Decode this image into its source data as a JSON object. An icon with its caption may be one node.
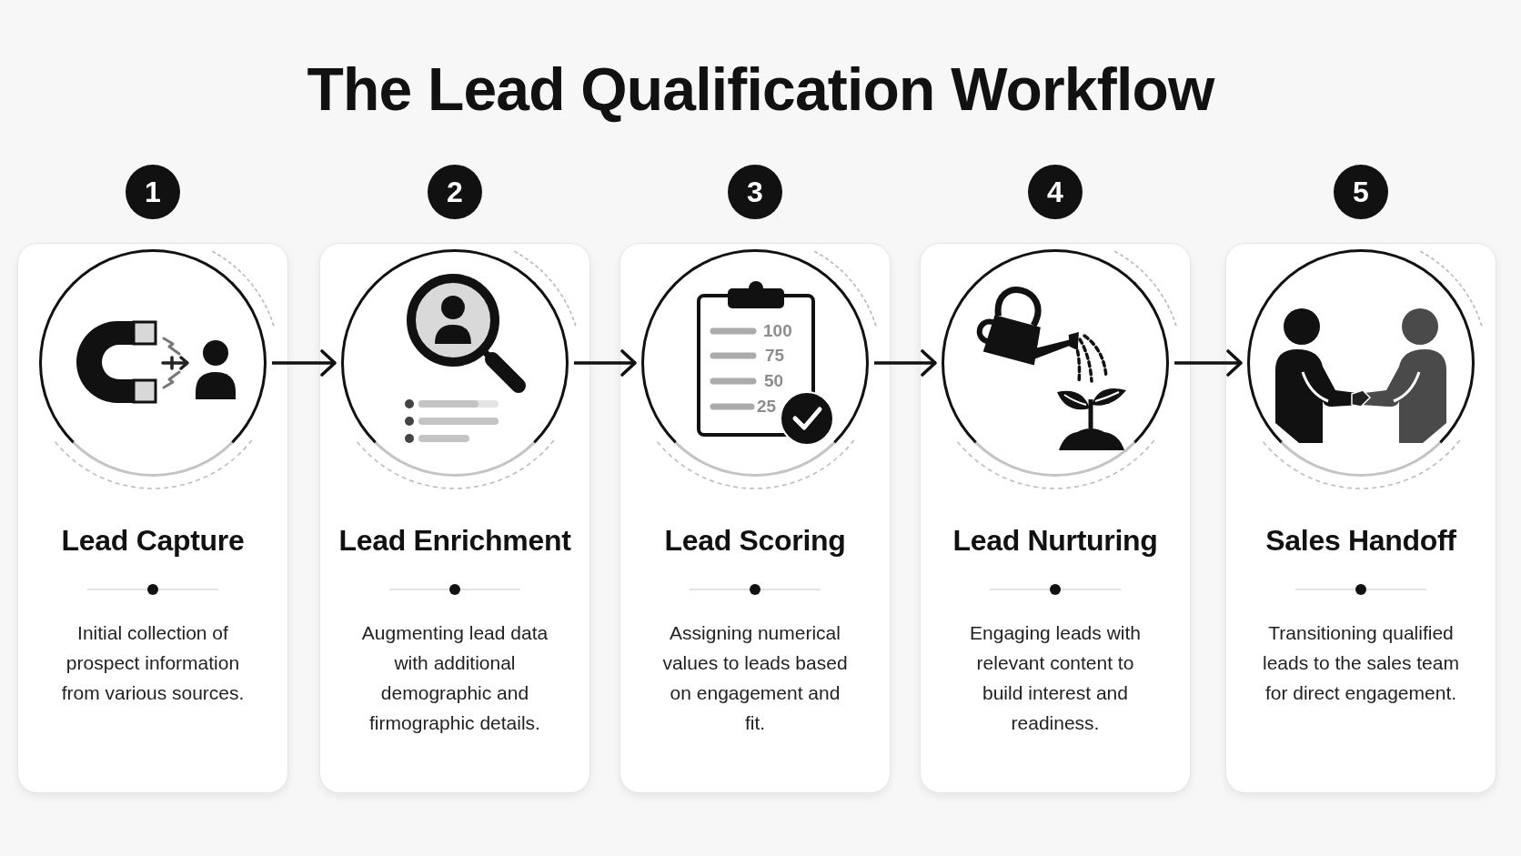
{
  "diagram": {
    "title": "The Lead Qualification Workflow",
    "nodes": [
      {
        "text": [
          "1"
        ]
      },
      {
        "text": [
          "Lead Capture",
          "Initial collection of prospect information from various sources."
        ]
      },
      {
        "text": [],
        "shape": "circle",
        "in": 1
      },
      {
        "text": [
          "2"
        ]
      },
      {
        "text": [
          "Lead Enrichment",
          "Augmenting lead data with additional demographic and firmographic details."
        ]
      },
      {
        "text": [],
        "shape": "circle",
        "in": 4
      },
      {
        "text": [
          "3"
        ]
      },
      {
        "text": [
          "Lead Scoring",
          "Assigning numerical values to leads based on engagement and fit."
        ]
      },
      {
        "text": [],
        "shape": "circle",
        "in": 7
      },
      {
        "text": [
          "4"
        ]
      },
      {
        "text": [
          "Lead Nurturing",
          "Engaging leads with relevant content to build interest and readiness."
        ]
      },
      {
        "text": [],
        "shape": "circle",
        "in": 10
      },
      {
        "text": [
          "5"
        ]
      },
      {
        "text": [
          "Sales Handoff",
          "Transitioning qualified leads to the sales team for direct engagement."
        ]
      },
      {
        "text": [],
        "shape": "circle",
        "in": 13
      }
    ],
    "edges": [
      {
        "from": 2,
        "to": 5,
        "arrow": "to"
      },
      {
        "from": 5,
        "to": 8,
        "arrow": "to"
      },
      {
        "from": 8,
        "to": 11,
        "arrow": "to"
      },
      {
        "from": 11,
        "to": 14,
        "arrow": "to"
      }
    ],
    "labels": [
      "100",
      "75",
      "50",
      "25"
    ]
  }
}
